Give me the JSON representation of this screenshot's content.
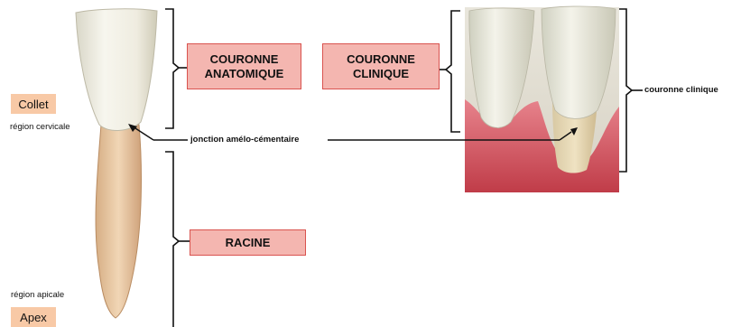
{
  "labels": {
    "couronne_anatomique": "COURONNE\nANATOMIQUE",
    "couronne_clinique_box": "COURONNE\nCLINIQUE",
    "racine": "RACINE",
    "collet": "Collet",
    "region_cervicale": "région cervicale",
    "region_apicale": "région apicale",
    "apex": "Apex",
    "jonction": "jonction amélo-cémentaire",
    "couronne_clinique_side": "couronne clinique"
  },
  "colors": {
    "box_fill": "#f4b6b0",
    "box_border": "#d9534f",
    "side_fill": "#f8c9a6",
    "gum": "#c94a55",
    "enamel": "#f2efe2",
    "root": "#e9c9a2"
  }
}
